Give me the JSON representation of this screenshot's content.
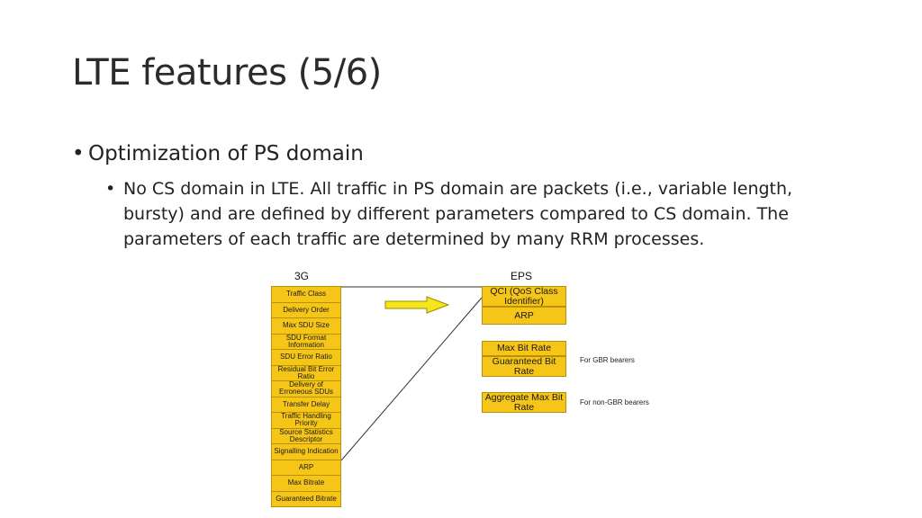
{
  "slide": {
    "title": "LTE features (5/6)",
    "bullet1": "Optimization of PS domain",
    "bullet2": "No CS domain in LTE. All traffic in PS domain are packets (i.e., variable length, bursty) and are defined by different parameters compared to CS domain. The parameters of each traffic are determined by many RRM processes.",
    "bullet_glyph": "•"
  },
  "diagram": {
    "left_header": "3G",
    "right_header": "EPS",
    "left_items": [
      "Traffic Class",
      "Delivery Order",
      "Max SDU Size",
      "SDU Format Information",
      "SDU Error Ratio",
      "Residual Bit Error Ratio",
      "Delivery of Erroneous SDUs",
      "Transfer Delay",
      "Traffic Handling Priority",
      "Source Statistics Descriptor",
      "Signalling Indication",
      "ARP",
      "Max Bitrate",
      "Guaranteed Bitrate"
    ],
    "right_group1": [
      "QCI (QoS Class Identifier)",
      "ARP"
    ],
    "right_group2": [
      "Max Bit Rate",
      "Guaranteed Bit Rate"
    ],
    "right_group3": [
      "Aggregate Max Bit Rate"
    ],
    "note_gbr": "For GBR bearers",
    "note_non_gbr": "For non-GBR bearers",
    "colors": {
      "box_fill": "#f5c518",
      "box_border": "#b79208",
      "line": "#333333"
    }
  }
}
